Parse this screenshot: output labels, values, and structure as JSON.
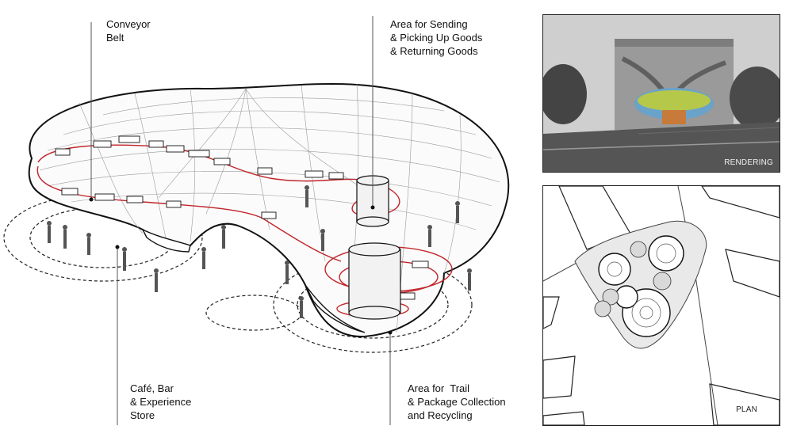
{
  "labels": {
    "conveyor": "Conveyor\nBelt",
    "sending": "Area for Sending\n& Picking Up Goods\n& Returning Goods",
    "cafe": "Café, Bar\n& Experience\nStore",
    "trail": "Area for  Trail\n& Package Collection\nand Recycling"
  },
  "panels": {
    "rendering_label": "RENDERING",
    "plan_label": "PLAN"
  }
}
